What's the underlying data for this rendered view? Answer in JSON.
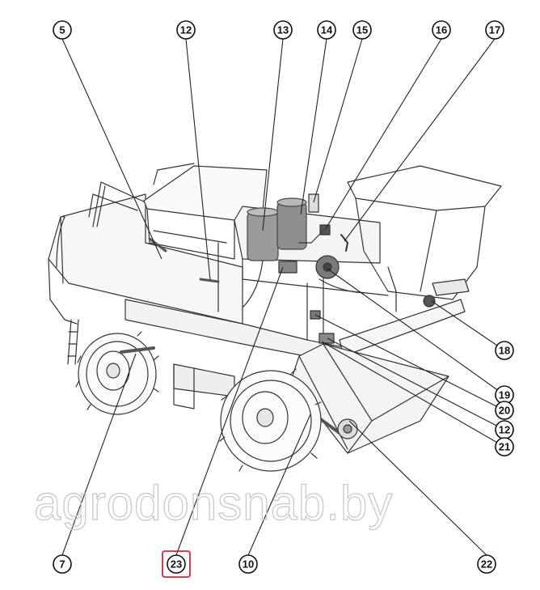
{
  "watermark": "agrodonsnab.by",
  "highlight_color": "#d9252c",
  "callouts": [
    {
      "id": "c5",
      "label": "5",
      "highlighted": false
    },
    {
      "id": "c12a",
      "label": "12",
      "highlighted": false
    },
    {
      "id": "c13",
      "label": "13",
      "highlighted": false
    },
    {
      "id": "c14",
      "label": "14",
      "highlighted": false
    },
    {
      "id": "c15",
      "label": "15",
      "highlighted": false
    },
    {
      "id": "c16",
      "label": "16",
      "highlighted": false
    },
    {
      "id": "c17",
      "label": "17",
      "highlighted": false
    },
    {
      "id": "c18",
      "label": "18",
      "highlighted": false
    },
    {
      "id": "c19",
      "label": "19",
      "highlighted": false
    },
    {
      "id": "c20",
      "label": "20",
      "highlighted": false
    },
    {
      "id": "c12b",
      "label": "12",
      "highlighted": false
    },
    {
      "id": "c21",
      "label": "21",
      "highlighted": false
    },
    {
      "id": "c7",
      "label": "7",
      "highlighted": false
    },
    {
      "id": "c23",
      "label": "23",
      "highlighted": true
    },
    {
      "id": "c10",
      "label": "10",
      "highlighted": false
    },
    {
      "id": "c22",
      "label": "22",
      "highlighted": false
    }
  ]
}
